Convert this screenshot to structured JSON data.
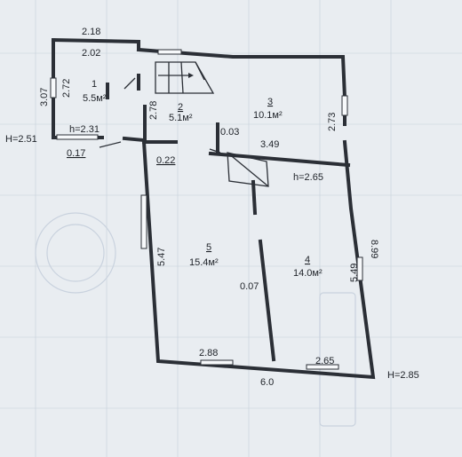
{
  "rooms": [
    {
      "number": "1",
      "area": "5.5м²"
    },
    {
      "number": "2",
      "area": "5.1м²"
    },
    {
      "number": "3",
      "area": "10.1м²"
    },
    {
      "number": "4",
      "area": "14.0м²"
    },
    {
      "number": "5",
      "area": "15.4м²"
    }
  ],
  "dimensions": {
    "outer_top": "2.18",
    "inner_top": "2.02",
    "outer_left": "3.07",
    "inner_left": "2.72",
    "hall_height": "2.78",
    "room3_height": "2.73",
    "room3_width": "3.49",
    "door_gap": "0.03",
    "vestibule_width": "0.17",
    "partition_gap": "0.22",
    "room5_height": "5.47",
    "room4_height": "5.49",
    "partition_width": "0.07",
    "room5_width": "2.88",
    "room4_width": "2.65",
    "total_width": "6.0",
    "right_total": "8.99"
  },
  "heights": {
    "room1": "h=2.31",
    "left_exterior": "H=2.51",
    "room4": "h=2.65",
    "right_exterior": "H=2.85"
  }
}
